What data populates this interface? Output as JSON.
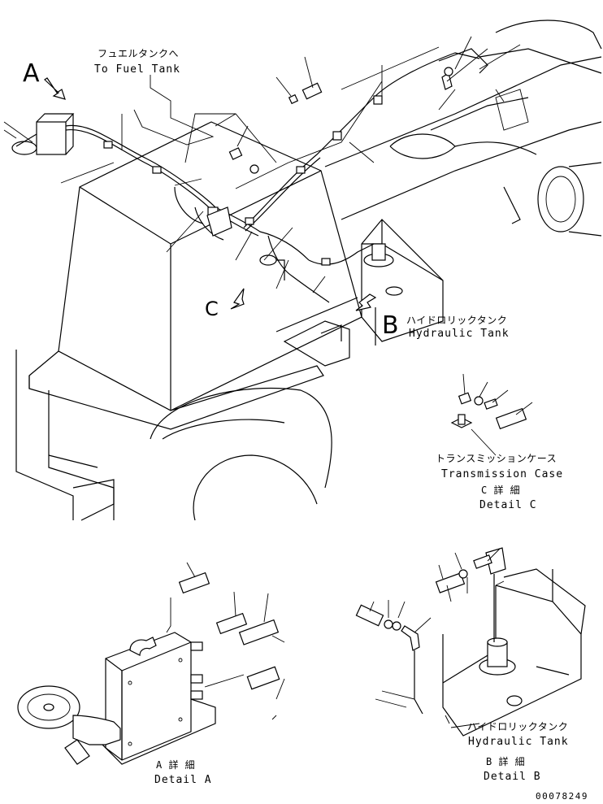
{
  "labels": {
    "fuel_tank_jp": "フュエルタンクへ",
    "fuel_tank_en": "To Fuel Tank",
    "view_a": "A",
    "view_b": "B",
    "view_c": "C",
    "hydraulic_tank_jp": "ハイドロリックタンク",
    "hydraulic_tank_en": "Hydraulic Tank",
    "transmission_case_jp": "トランスミッションケース",
    "transmission_case_en": "Transmission Case",
    "detail_c_jp": "C 詳 細",
    "detail_c_en": "Detail C",
    "detail_a_jp": "A 詳 細",
    "detail_a_en": "Detail A",
    "detail_b_jp": "B 詳 細",
    "detail_b_en": "Detail B",
    "hydraulic_tank_b_jp": "ハイドロリックタンク",
    "hydraulic_tank_b_en": "Hydraulic Tank",
    "drawing_number": "00078249"
  }
}
